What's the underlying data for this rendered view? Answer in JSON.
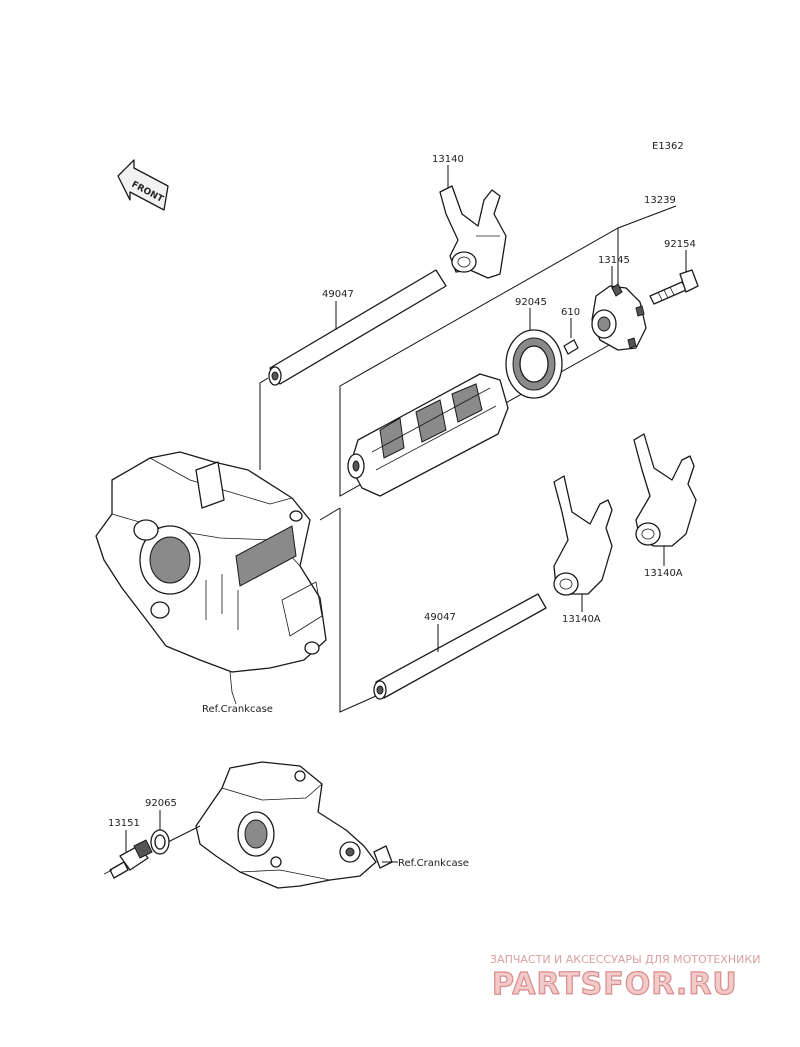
{
  "diagram_id": "E1362",
  "front_label": "FRONT",
  "parts": {
    "p13140": "13140",
    "p13239": "13239",
    "p92154": "92154",
    "p13145": "13145",
    "p92045": "92045",
    "p610": "610",
    "p49047_top": "49047",
    "p49047_bottom": "49047",
    "p13140A_right": "13140A",
    "p13140A_mid": "13140A",
    "p92065": "92065",
    "p13151": "13151"
  },
  "refs": {
    "crankcase_upper": "Ref.Crankcase",
    "crankcase_lower": "Ref.Crankcase"
  },
  "watermark": {
    "tagline": "ЗАПЧАСТИ И АКСЕССУАРЫ ДЛЯ МОТОТЕХНИКИ",
    "brand": "PARTSFOR.RU",
    "colors": {
      "fill": "#f3caca",
      "stroke": "#d98c8c"
    }
  }
}
